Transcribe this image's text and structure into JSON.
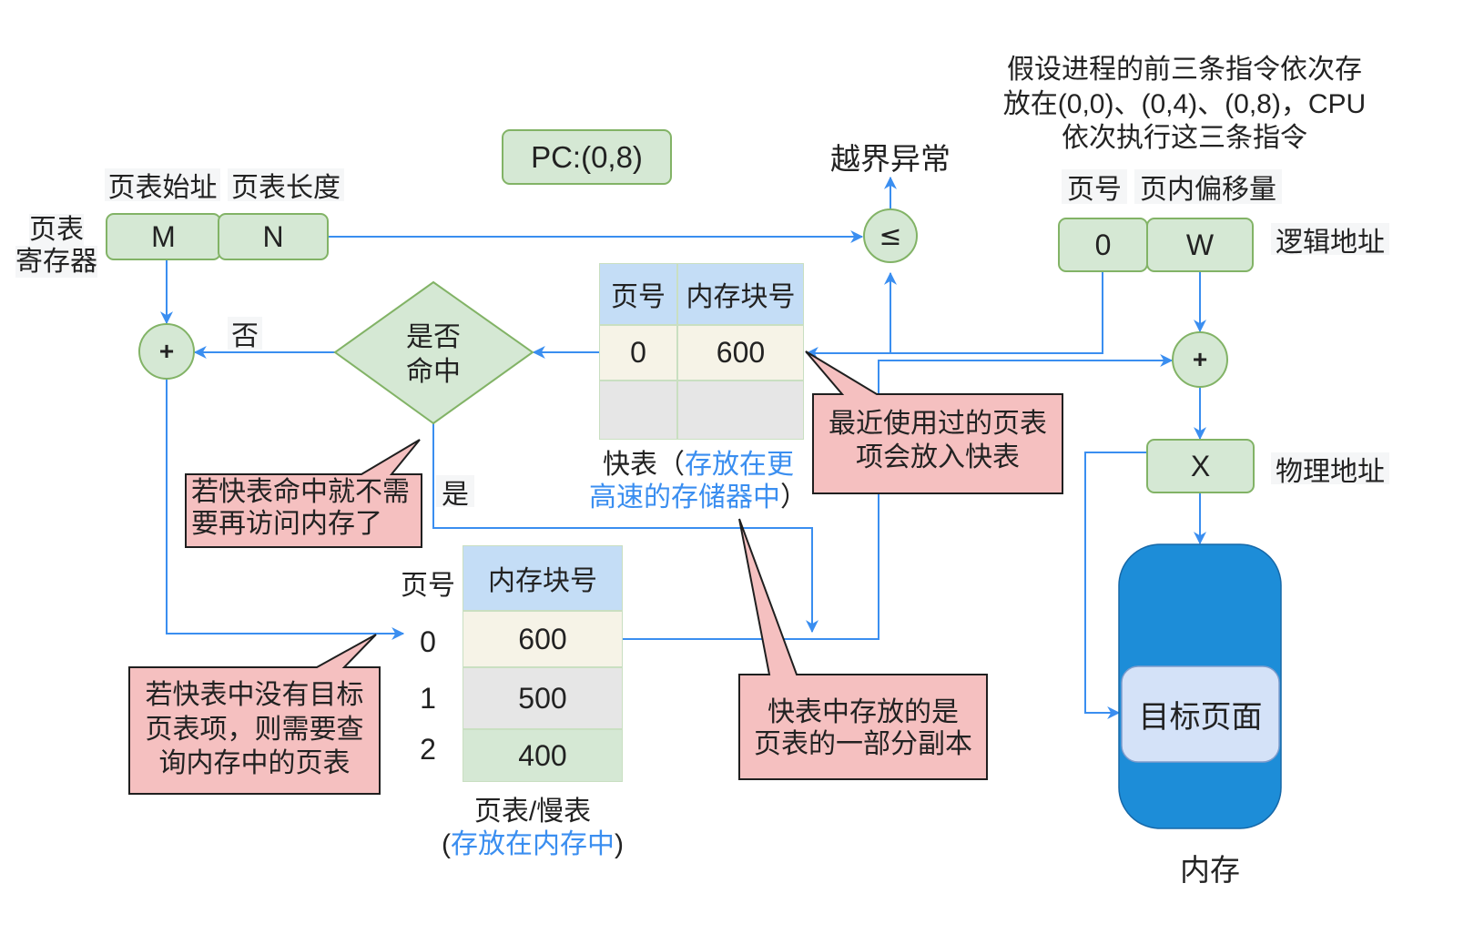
{
  "colors": {
    "flow_line": "#3a8ef0",
    "node_fill": "#d5e8d4",
    "node_stroke": "#82b366",
    "callout_fill": "#f5c0c0",
    "callout_stroke": "#1f1f1f",
    "memory_fill": "#1d8dd8",
    "memory_stroke": "#1668a8",
    "target_page_fill": "#d4e2f8",
    "target_page_stroke": "#7e9ccc",
    "table_header_fill": "#c4ddf6",
    "row_beige_fill": "#f6f3e7",
    "row_gray_fill": "#e6e6e6",
    "row_green_fill": "#d5e8d4",
    "table_border": "#c9dfc1",
    "highlight_text": "#3a8ef0",
    "label_bg": "#f5f6f7",
    "text": "#222222"
  },
  "scenario_note": {
    "lines": [
      "假设进程的前三条指令依次存",
      "放在(0,0)、(0,4)、(0,8)，CPU",
      "依次执行这三条指令"
    ]
  },
  "program_counter": {
    "label": "PC:(0,8)"
  },
  "page_table_register": {
    "title_lines": [
      "页表",
      "寄存器"
    ],
    "start_address_label": "页表始址",
    "length_label": "页表长度",
    "start_address_value": "M",
    "length_value": "N"
  },
  "bounds_check": {
    "operator": "≤",
    "exception_label": "越界异常"
  },
  "logical_address": {
    "page_number_label": "页号",
    "offset_label": "页内偏移量",
    "page_number": "0",
    "offset": "W",
    "label": "逻辑地址"
  },
  "adders": {
    "left": "+",
    "right": "+"
  },
  "hit_decision": {
    "lines": [
      "是否",
      "命中"
    ],
    "no_label": "否",
    "yes_label": "是"
  },
  "tlb": {
    "headers": {
      "page": "页号",
      "frame": "内存块号"
    },
    "rows": [
      {
        "page": "0",
        "frame": "600"
      },
      {
        "page": "",
        "frame": ""
      }
    ],
    "caption": {
      "line1_prefix": "快表（",
      "line1_highlight": "存放在更",
      "line2_highlight": "高速的存储器中",
      "line2_suffix": "）"
    }
  },
  "page_table": {
    "page_header": "页号",
    "frame_header": "内存块号",
    "rows": [
      {
        "page": "0",
        "frame": "600"
      },
      {
        "page": "1",
        "frame": "500"
      },
      {
        "page": "2",
        "frame": "400"
      }
    ],
    "caption": {
      "title": "页表/慢表",
      "open": "(",
      "highlight": "存放在内存中",
      "close": ")"
    }
  },
  "physical_address": {
    "value": "X",
    "label": "物理地址"
  },
  "memory": {
    "target_page_label": "目标页面",
    "label": "内存"
  },
  "callouts": [
    {
      "lines": [
        "最近使用过的页表",
        "项会放入快表"
      ]
    },
    {
      "lines": [
        "若快表命中就不需",
        "要再访问内存了"
      ]
    },
    {
      "lines": [
        "若快表中没有目标",
        "页表项，则需要查",
        "询内存中的页表"
      ]
    },
    {
      "lines": [
        "快表中存放的是",
        "页表的一部分副本"
      ]
    }
  ]
}
